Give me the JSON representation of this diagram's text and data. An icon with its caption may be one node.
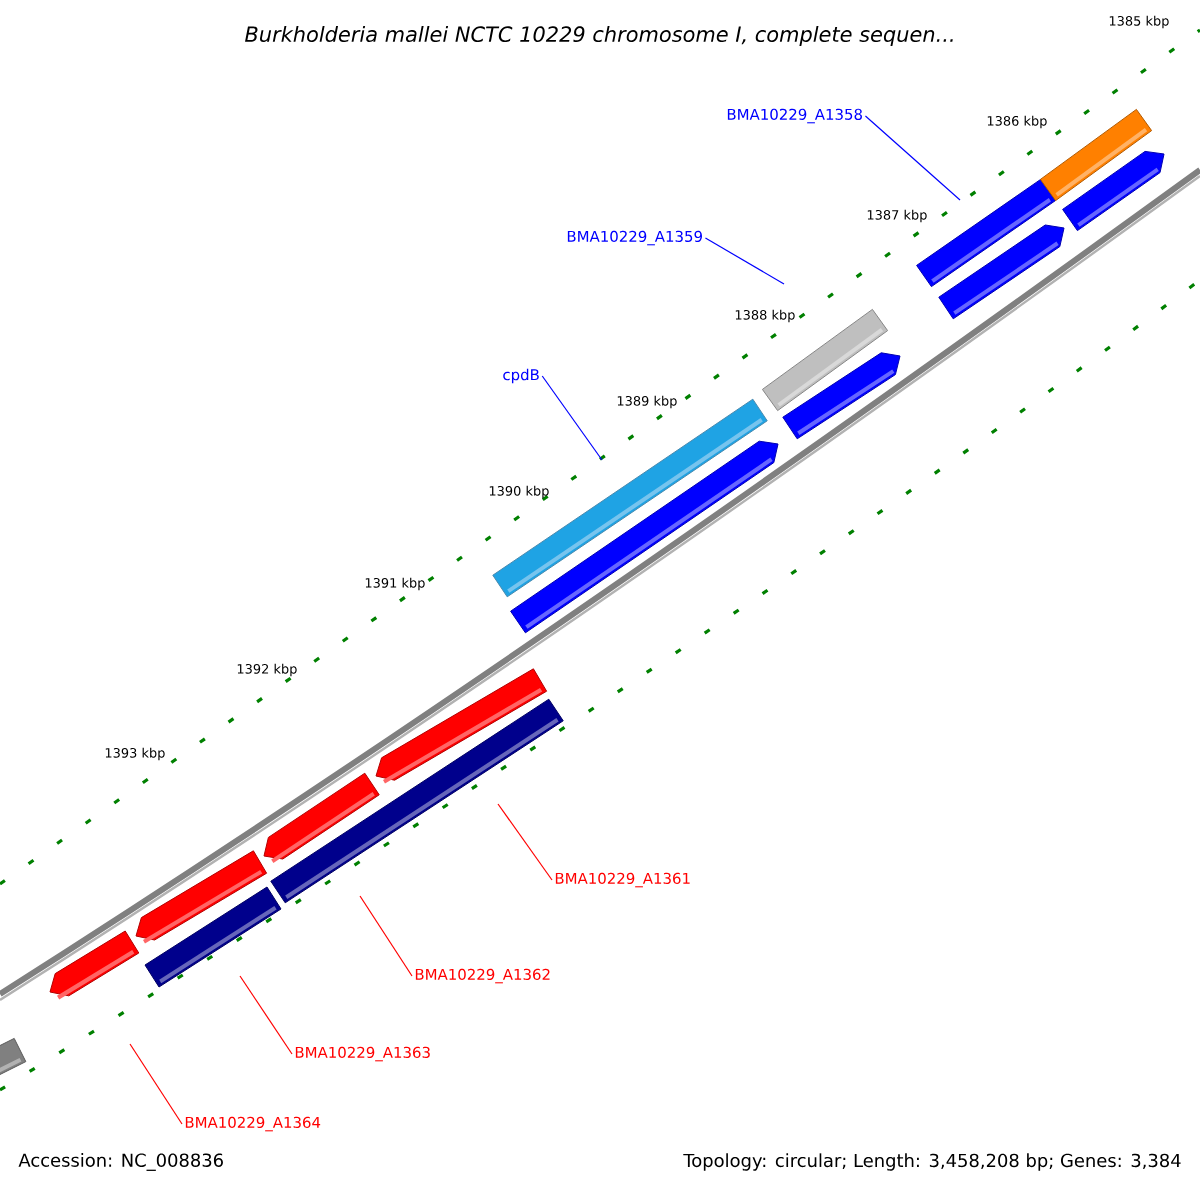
{
  "diagram": {
    "title": "Burkholderia mallei NCTC 10229 chromosome I, complete sequen...",
    "nodes": [
      {
        "text": [
          "BMA10229_A1358"
        ]
      },
      {
        "text": [
          "BMA10229_A1359"
        ]
      },
      {
        "text": [
          "cpdB"
        ]
      },
      {
        "text": [
          "BMA10229_A1361"
        ]
      },
      {
        "text": [
          "BMA10229_A1362"
        ]
      },
      {
        "text": [
          "BMA10229_A1363"
        ]
      },
      {
        "text": [
          "BMA10229_A1364"
        ]
      }
    ],
    "edges": [
      {
        "from": 0,
        "to": null,
        "arrow": "none",
        "color": "#0000ff"
      },
      {
        "from": 1,
        "to": null,
        "arrow": "none",
        "color": "#0000ff"
      },
      {
        "from": 2,
        "to": null,
        "arrow": "none",
        "color": "#0000ff"
      },
      {
        "from": 3,
        "to": null,
        "arrow": "none",
        "color": "#ff0000"
      },
      {
        "from": 4,
        "to": null,
        "arrow": "none",
        "color": "#ff0000"
      },
      {
        "from": 5,
        "to": null,
        "arrow": "none",
        "color": "#ff0000"
      },
      {
        "from": 6,
        "to": null,
        "arrow": "none",
        "color": "#ff0000"
      }
    ],
    "labels": [
      "1385 kbp",
      "1386 kbp",
      "1387 kbp",
      "1388 kbp",
      "1389 kbp",
      "1390 kbp",
      "1391 kbp",
      "1392 kbp",
      "1393 kbp",
      "Accession: NC_008836",
      "Topology: circular; Length: 3,458,208 bp; Genes: 3,384"
    ]
  }
}
